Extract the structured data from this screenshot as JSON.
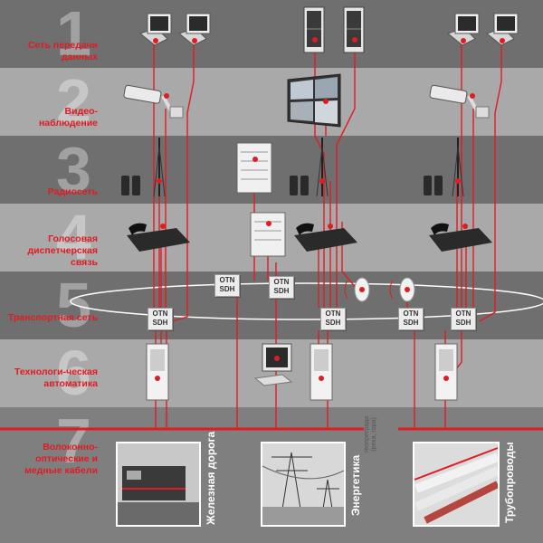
{
  "rows": [
    {
      "num": "1",
      "label": "Сеть передачи данных"
    },
    {
      "num": "2",
      "label": "Видео-наблюдение"
    },
    {
      "num": "3",
      "label": "Радиосеть"
    },
    {
      "num": "4",
      "label": "Голосовая диспетчерская связь"
    },
    {
      "num": "5",
      "label": "Транспортная сеть"
    },
    {
      "num": "6",
      "label": "Технологи-ческая автоматика"
    },
    {
      "num": "7",
      "label": "Волоконно-оптические и медные кабели"
    }
  ],
  "otn": {
    "line1": "OTN",
    "line2": "SDH"
  },
  "sections": {
    "railway": "Железная дорога",
    "energy": "Энергетика",
    "pipelines": "Трубопроводы"
  },
  "barrier": {
    "line1": "геопреграда",
    "line2": "(река, гора)"
  },
  "colors": {
    "accent": "#e11b22",
    "band_dark": "#6f6f6f",
    "band_light": "#a9a9a9"
  }
}
